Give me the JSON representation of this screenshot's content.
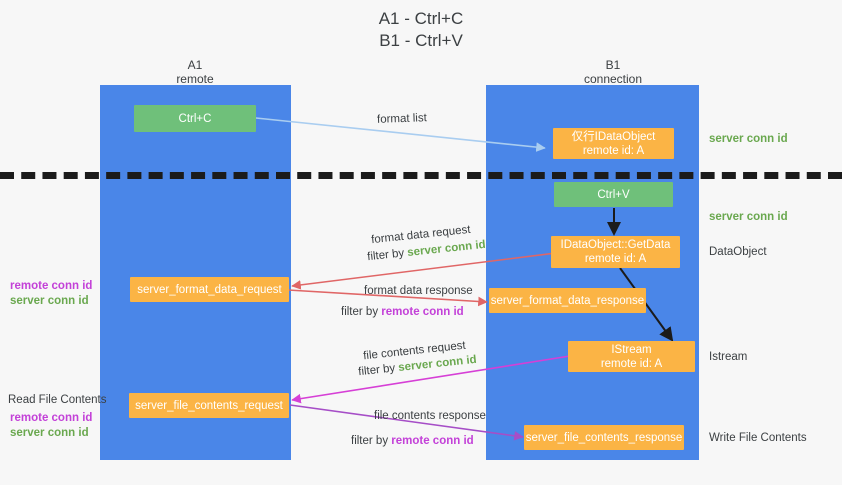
{
  "title": {
    "line1": "A1 - Ctrl+C",
    "line2": "B1 - Ctrl+V"
  },
  "columns": [
    {
      "name": "A1",
      "sub": "remote"
    },
    {
      "name": "B1",
      "sub": "connection"
    }
  ],
  "boxes": {
    "ctrl_c": "Ctrl+C",
    "ctrl_v": "Ctrl+V",
    "idataobject": {
      "line1": "仅行IDataObject",
      "line2": "remote id: A"
    },
    "getdata": {
      "line1": "IDataObject::GetData",
      "line2": "remote id: A"
    },
    "istream": {
      "line1": "IStream",
      "line2": "remote id: A"
    },
    "server_format_data_request": "server_format_data_request",
    "server_format_data_response": "server_format_data_response",
    "server_file_contents_request": "server_file_contents_request",
    "server_file_contents_response": "server_file_contents_response"
  },
  "flow_labels": {
    "format_list": "format list",
    "format_data_request": "format data request",
    "format_data_request_filter_prefix": "filter by ",
    "format_data_request_filter_value": "server conn id",
    "format_data_response": "format data response",
    "format_data_response_filter_prefix": "filter by ",
    "format_data_response_filter_value": "remote conn id",
    "file_contents_request": "file contents request",
    "file_contents_request_filter_prefix": "filter by ",
    "file_contents_request_filter_value": "server conn id",
    "file_contents_response": "file contents response",
    "file_contents_response_filter_prefix": "filter by ",
    "file_contents_response_filter_value": "remote conn id"
  },
  "right_labels": {
    "server_conn_id_top": "server conn id",
    "server_conn_id_second": "server conn id",
    "dataobject": "DataObject",
    "istream": "Istream",
    "write_file_contents": "Write File Contents"
  },
  "left_labels": {
    "remote_conn_id_1": "remote conn id",
    "server_conn_id_1": "server conn id",
    "read_file_contents": "Read File Contents",
    "remote_conn_id_2": "remote conn id",
    "server_conn_id_2": "server conn id"
  },
  "colors": {
    "lane": "#4a86e8",
    "box_orange": "#fbb445",
    "box_green": "#6fc07a",
    "green_text": "#6aa84f",
    "magenta_text": "#c341d8",
    "arrow_light_blue": "#a9cdf0",
    "arrow_red": "#e06666",
    "arrow_magenta": "#d63fd6",
    "arrow_purple": "#a64ec7",
    "arrow_black": "#1b1b1b",
    "background": "#f7f7f7"
  }
}
